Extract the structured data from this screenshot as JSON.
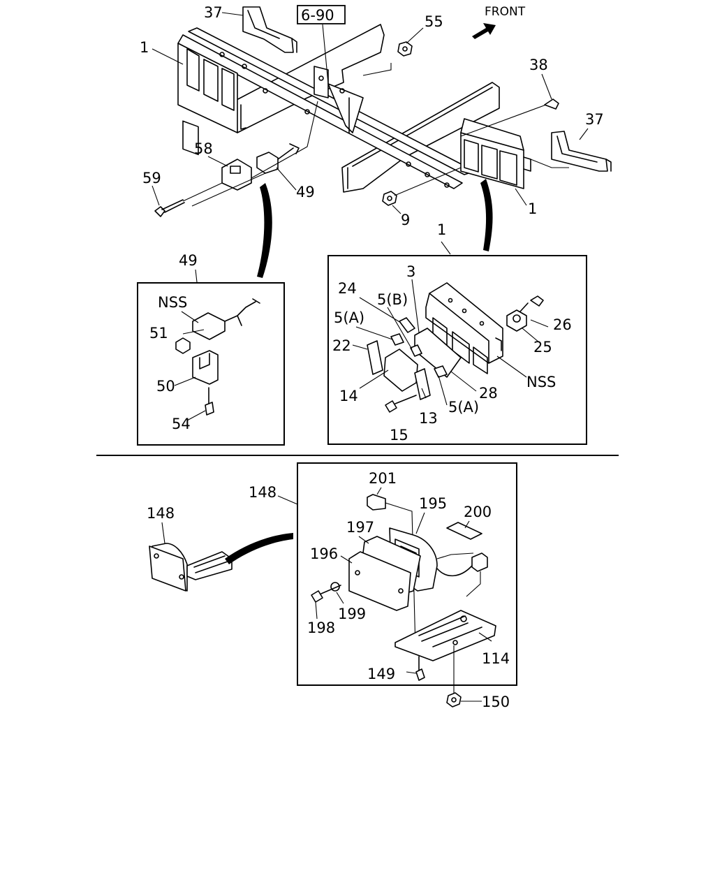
{
  "diagram": {
    "front_label": "FRONT",
    "reference_box": "6-90",
    "callouts": {
      "c37a": "37",
      "c55": "55",
      "c1a": "1",
      "c38": "38",
      "c37b": "37",
      "c58": "58",
      "c59": "59",
      "c49a": "49",
      "c9": "9",
      "c1b": "1",
      "c49_box": "49",
      "c1_box": "1",
      "nss_a": "NSS",
      "c51": "51",
      "c50": "50",
      "c54": "54",
      "c3": "3",
      "c24": "24",
      "c5b": "5(B)",
      "c5a1": "5(A)",
      "c22": "22",
      "c14": "14",
      "c13": "13",
      "c15": "15",
      "c5a2": "5(A)",
      "c28": "28",
      "nss_b": "NSS",
      "c26": "26",
      "c25": "25",
      "c148_box": "148",
      "c148": "148",
      "c201": "201",
      "c195": "195",
      "c200": "200",
      "c197": "197",
      "c196": "196",
      "c198": "198",
      "c199": "199",
      "c114": "114",
      "c149": "149",
      "c150": "150"
    }
  }
}
